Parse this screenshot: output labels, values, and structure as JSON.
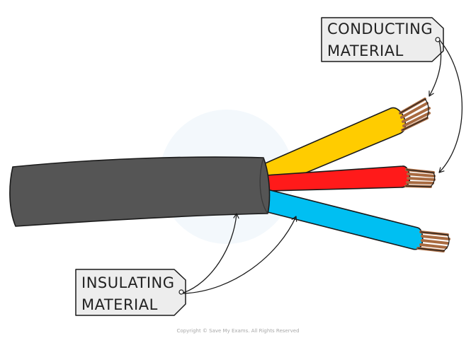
{
  "labels": {
    "conducting": {
      "line1": "CONDUCTING",
      "line2": "MATERIAL"
    },
    "insulating": {
      "line1": "INSULATING",
      "line2": "MATERIAL"
    }
  },
  "copyright": "Copyright © Save My Exams. All Rights Reserved",
  "colors": {
    "outer_sheath": "#555555",
    "wire_yellow": "#ffcc00",
    "wire_red": "#ff1a1a",
    "wire_blue": "#00bff2",
    "copper": "#a86a40",
    "label_fill": "#ededed",
    "outline": "#1a1a1a"
  }
}
